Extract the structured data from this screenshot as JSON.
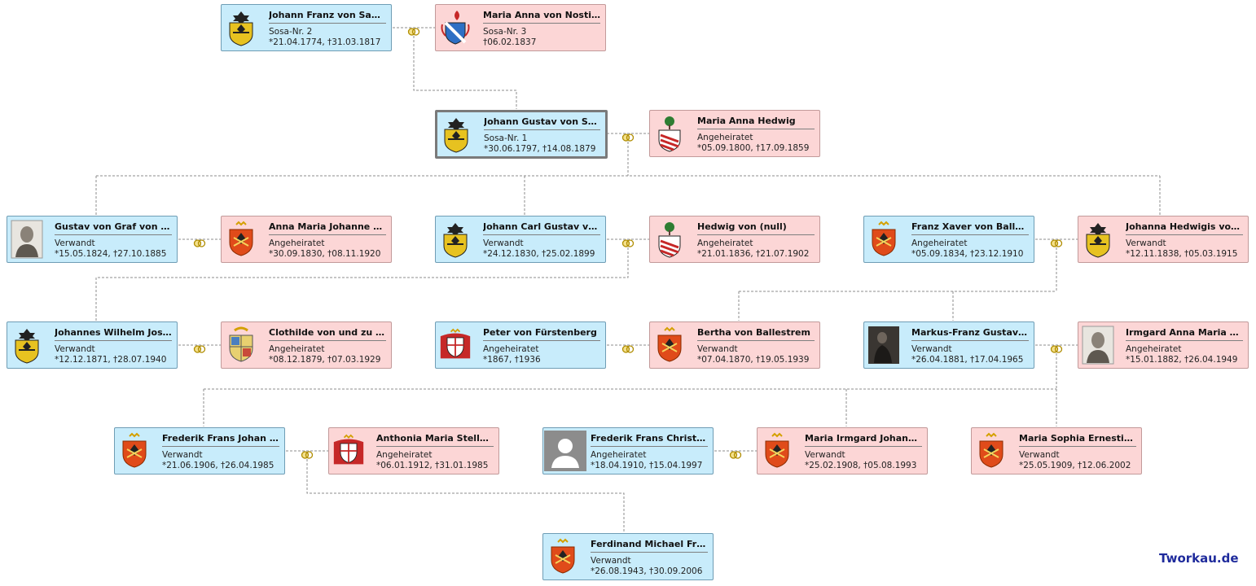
{
  "brand": "Tworkau.de",
  "colors": {
    "male_card": "#c8ecfb",
    "female_card": "#fcd6d6",
    "connector": "#8c8c8c",
    "ring": "#c9a400",
    "brand": "#1f2b9c"
  },
  "persons": [
    {
      "id": "p1",
      "name": "Johann Franz von Saurm...",
      "role": "Sosa-Nr. 2",
      "dates": "*21.04.1774, †31.03.1817",
      "sex": "m",
      "icon": "coat-of-arms-eagle-icon"
    },
    {
      "id": "p2",
      "name": "Maria Anna von Nostitz...",
      "role": "Sosa-Nr. 3",
      "dates": "†06.02.1837",
      "sex": "f",
      "icon": "coat-of-arms-blue-shield-icon"
    },
    {
      "id": "p3",
      "name": "Johann Gustav von Saur...",
      "role": "Sosa-Nr. 1",
      "dates": "*30.06.1797, †14.08.1879",
      "sex": "m",
      "icon": "coat-of-arms-eagle-icon",
      "selected": true
    },
    {
      "id": "p4",
      "name": "Maria Anna Hedwig",
      "role": "Angeheiratet",
      "dates": "*05.09.1800, †17.09.1859",
      "sex": "f",
      "icon": "coat-of-arms-tree-icon"
    },
    {
      "id": "p5",
      "name": "Gustav von Graf von Sa...",
      "role": "Verwandt",
      "dates": "*15.05.1824, †27.10.1885",
      "sex": "m",
      "icon": "portrait-photo-icon"
    },
    {
      "id": "p6",
      "name": "Anna Maria Johanne Kat...",
      "role": "Angeheiratet",
      "dates": "*30.09.1830, †08.11.1920",
      "sex": "f",
      "icon": "coat-of-arms-red-eagle-icon"
    },
    {
      "id": "p7",
      "name": "Johann Carl Gustav von...",
      "role": "Verwandt",
      "dates": "*24.12.1830, †25.02.1899",
      "sex": "m",
      "icon": "coat-of-arms-eagle-icon"
    },
    {
      "id": "p8",
      "name": "Hedwig von (null)",
      "role": "Angeheiratet",
      "dates": "*21.01.1836, †21.07.1902",
      "sex": "f",
      "icon": "coat-of-arms-tree-icon"
    },
    {
      "id": "p9",
      "name": "Franz Xaver von Balles...",
      "role": "Angeheiratet",
      "dates": "*05.09.1834, †23.12.1910",
      "sex": "m",
      "icon": "coat-of-arms-red-eagle-icon"
    },
    {
      "id": "p10",
      "name": "Johanna Hedwigis von S...",
      "role": "Verwandt",
      "dates": "*12.11.1838, †05.03.1915",
      "sex": "f",
      "icon": "coat-of-arms-eagle-icon"
    },
    {
      "id": "p11",
      "name": "Johannes Wilhelm Josef...",
      "role": "Verwandt",
      "dates": "*12.12.1871, †28.07.1940",
      "sex": "m",
      "icon": "coat-of-arms-eagle-icon"
    },
    {
      "id": "p12",
      "name": "Clothilde von und zu S...",
      "role": "Angeheiratet",
      "dates": "*08.12.1879, †07.03.1929",
      "sex": "f",
      "icon": "coat-of-arms-quartered-icon"
    },
    {
      "id": "p13",
      "name": "Peter von Fürstenberg",
      "role": "Angeheiratet",
      "dates": "*1867, †1936",
      "sex": "m",
      "icon": "coat-of-arms-mantle-icon"
    },
    {
      "id": "p14",
      "name": "Bertha von Ballestrem",
      "role": "Verwandt",
      "dates": "*07.04.1870, †19.05.1939",
      "sex": "f",
      "icon": "coat-of-arms-red-eagle-icon"
    },
    {
      "id": "p15",
      "name": "Markus-Franz Gustav Vi...",
      "role": "Verwandt",
      "dates": "*26.04.1881, †17.04.1965",
      "sex": "m",
      "icon": "portrait-photo-dark-icon"
    },
    {
      "id": "p16",
      "name": "Irmgard Anna Maria Ern...",
      "role": "Angeheiratet",
      "dates": "*15.01.1882, †26.04.1949",
      "sex": "f",
      "icon": "portrait-photo-icon"
    },
    {
      "id": "p17",
      "name": "Frederik Frans Johan W...",
      "role": "Verwandt",
      "dates": "*21.06.1906, †26.04.1985",
      "sex": "m",
      "icon": "coat-of-arms-red-eagle-icon"
    },
    {
      "id": "p18",
      "name": "Anthonia Maria Stella ...",
      "role": "Angeheiratet",
      "dates": "*06.01.1912, †31.01.1985",
      "sex": "f",
      "icon": "coat-of-arms-mantle-icon"
    },
    {
      "id": "p19",
      "name": "Frederik Frans Christi...",
      "role": "Angeheiratet",
      "dates": "*18.04.1910, †15.04.1997",
      "sex": "m",
      "icon": "default-avatar-icon"
    },
    {
      "id": "p20",
      "name": "Maria Irmgard Johanna ...",
      "role": "Verwandt",
      "dates": "*25.02.1908, †05.08.1993",
      "sex": "f",
      "icon": "coat-of-arms-red-eagle-icon"
    },
    {
      "id": "p21",
      "name": "Maria Sophia Ernestine...",
      "role": "Verwandt",
      "dates": "*25.05.1909, †12.06.2002",
      "sex": "f",
      "icon": "coat-of-arms-red-eagle-icon"
    },
    {
      "id": "p22",
      "name": "Ferdinand Michael Fran...",
      "role": "Verwandt",
      "dates": "*26.08.1943, †30.09.2006",
      "sex": "m",
      "icon": "coat-of-arms-red-eagle-icon"
    }
  ]
}
